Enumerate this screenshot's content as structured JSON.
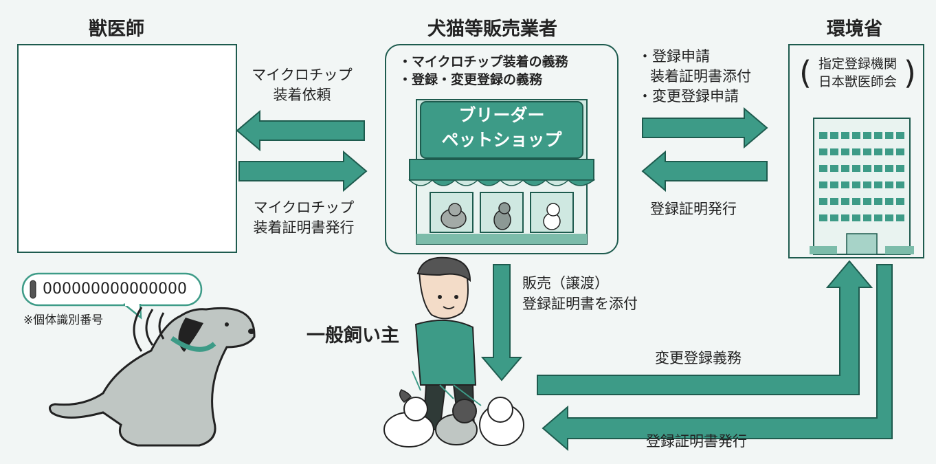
{
  "vet": {
    "title": "獣医師"
  },
  "seller": {
    "title": "犬猫等販売業者",
    "duty1": "・マイクロチップ装着の義務",
    "duty2": "・登録・変更登録の義務",
    "sign_line1": "ブリーダー",
    "sign_line2": "ペットショップ"
  },
  "ministry": {
    "title": "環境省",
    "agency_line1": "指定登録機関",
    "agency_line2": "日本獣医師会"
  },
  "owner": {
    "title": "一般飼い主"
  },
  "flows": {
    "request_line1": "マイクロチップ",
    "request_line2": "装着依頼",
    "cert_line1": "マイクロチップ",
    "cert_line2": "装着証明書発行",
    "apply_line1": "・登録申請",
    "apply_line2": "装着証明書添付",
    "apply_line3": "・変更登録申請",
    "reg_cert": "登録証明発行",
    "sale_line1": "販売（譲渡）",
    "sale_line2": "登録証明書を添付",
    "change_duty": "変更登録義務",
    "reg_cert_issue": "登録証明書発行"
  },
  "chip": {
    "number": "000000000000000",
    "note": "※個体識別番号"
  },
  "colors": {
    "teal": "#3d9b87",
    "teal_dark": "#1e5b4e",
    "teal_light": "#cfe8e1",
    "background": "#f2f6f5"
  }
}
